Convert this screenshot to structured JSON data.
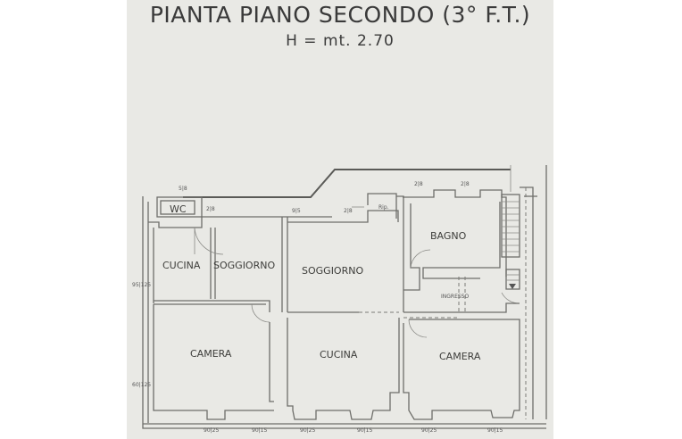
{
  "header": {
    "title": "PIANTA PIANO SECONDO (3° F.T.)",
    "height_label": "H = mt. 2.70"
  },
  "rooms": [
    {
      "id": "wc",
      "label": "WC"
    },
    {
      "id": "cucina-left",
      "label": "CUCINA"
    },
    {
      "id": "soggiorno-small",
      "label": "SOGGIORNO"
    },
    {
      "id": "soggiorno-main",
      "label": "SOGGIORNO"
    },
    {
      "id": "rip",
      "label": "Rip."
    },
    {
      "id": "bagno",
      "label": "BAGNO"
    },
    {
      "id": "ingresso",
      "label": "INGRESSO"
    },
    {
      "id": "camera-left",
      "label": "CAMERA"
    },
    {
      "id": "cucina-center",
      "label": "CUCINA"
    },
    {
      "id": "camera-right",
      "label": "CAMERA"
    }
  ],
  "window_annotations": {
    "top": [
      "5|8",
      "2|8",
      "9|5",
      "2|8",
      "2|8",
      "2|8"
    ],
    "left": [
      "95|125",
      "60|125"
    ],
    "bottom": [
      "90|25",
      "90|15",
      "90|25",
      "90|15",
      "90|25",
      "90|15"
    ]
  },
  "colors": {
    "paper": "#e9e9e5",
    "ink": "#3d3d3a",
    "wall": "#6e6e6a"
  }
}
